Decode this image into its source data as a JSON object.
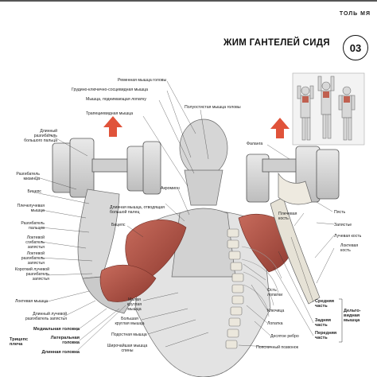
{
  "header": {
    "section": "ТОЛЬ МЯ"
  },
  "title": "ЖИМ ГАНТЕЛЕЙ СИДЯ",
  "badge": "03",
  "labels": {
    "dlinny_razgibatel": "Длинный\nразгибатель\nбольшого пальца",
    "razgibatel_mizintsa": "Разгибатель\nмизинца",
    "biceps_left": "Бицепс",
    "plecheluchevaya": "Плечелучевая\nмышца",
    "razgibatel_paltsev": "Разгибатель\nпальцев",
    "loktevoy_sgibatel": "Локтевой\nсгибатель\nзапястья",
    "loktevoy_razgibatel": "Локтевой\nразгибатель\nзапястья",
    "korotky_luchevoy": "Короткий лучевой\nразгибатель\nзапястья",
    "loktevaya_myshtsa": "Локтевая мышца",
    "dlinny_luchevoy": "Длинный лучевой\nразгибатель запястья",
    "medialnaya": "Медиальная головка",
    "triceps": "Трицепс\nплеча",
    "lateralnaya": "Латеральная\nголовка",
    "dlinnaya_golovka": "Длинная головка",
    "remennaya": "Ременная мышца головы",
    "grudino": "Грудино-ключично-сосцевидная мышца",
    "podnimayushaya": "Мышца, поднимающая лопатку",
    "trapetsievidnaya": "Трапециевидная мышца",
    "polustistaya": "Полуостистая мышца головы",
    "otvodyashaya": "Длинная мышца, отводящая\nбольшой палец",
    "akromion": "Акромион",
    "biceps_mid": "Бицепс",
    "malaya_kruglaya": "Малая\nкруглая\nмышца",
    "bolshaya_kruglaya": "Большая\nкруглая мышца",
    "podostnaya": "Подостная мышца",
    "shirochayshaya": "Широчайшая мышца\nспины",
    "os_lopatki": "Ость\nлопатки",
    "klyuchitsa": "Ключица",
    "lopatka": "Лопатка",
    "desyatoe_rebro": "Десятое ребро",
    "poyasnichny": "Поясничный позвонок",
    "falanga": "Фаланга",
    "plechevaya_kost": "Плечевая\nкость",
    "pyast": "Пясть",
    "zapyastie": "Запястье",
    "luchevaya_kost": "Лучевая кость",
    "loktevaya_kost": "Локтевая\nкость",
    "srednyaya_chast": "Средняя\nчасть",
    "zadnyaya_chast": "Задняя\nчасть",
    "perednyaya_chast": "Передняя\nчасть",
    "deltovidnaya": "Дельто-\nвидная\nмышца"
  },
  "colors": {
    "muscle_red": "#b5574a",
    "muscle_dark": "#8e3a30",
    "arrow_red": "#e0533a",
    "sketch_grey": "#9a9a9a",
    "bone": "#eeeae0"
  }
}
